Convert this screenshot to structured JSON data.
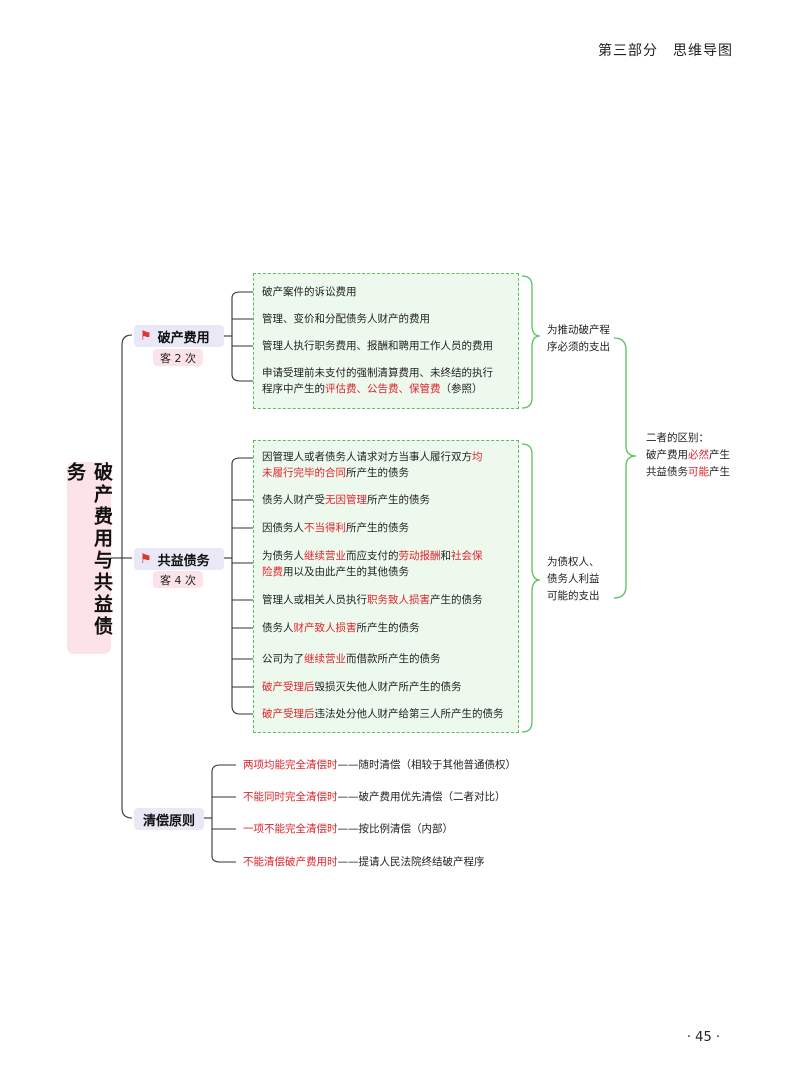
{
  "header": {
    "text": "第三部分　思维导图"
  },
  "page_number": "· 45 ·",
  "root": {
    "title": "破产费用与共益债务"
  },
  "branches": {
    "b1": {
      "label": "破产费用",
      "badge": "客 2 次",
      "items": [
        [
          {
            "t": "破产案件的诉讼费用"
          }
        ],
        [
          {
            "t": "管理、变价和分配债务人财产的费用"
          }
        ],
        [
          {
            "t": "管理人执行职务费用、报酬和聘用工作人员的费用"
          }
        ],
        [
          {
            "t": "申请受理前未支付的强制清算费用、未终结的执行"
          },
          {
            "br": true
          },
          {
            "t": "程序中产生的"
          },
          {
            "t": "评估费、公告费、保管费",
            "red": true
          },
          {
            "t": "（参照）"
          }
        ]
      ],
      "note": [
        "为推动破产程",
        "序必须的支出"
      ]
    },
    "b2": {
      "label": "共益债务",
      "badge": "客 4 次",
      "items": [
        [
          {
            "t": "因管理人或者债务人请求对方当事人履行双方"
          },
          {
            "t": "均",
            "red": true
          },
          {
            "br": true
          },
          {
            "t": "未履行完毕的合同",
            "red": true
          },
          {
            "t": "所产生的债务"
          }
        ],
        [
          {
            "t": "债务人财产受"
          },
          {
            "t": "无因管理",
            "red": true
          },
          {
            "t": "所产生的债务"
          }
        ],
        [
          {
            "t": "因债务人"
          },
          {
            "t": "不当得利",
            "red": true
          },
          {
            "t": "所产生的债务"
          }
        ],
        [
          {
            "t": "为债务人"
          },
          {
            "t": "继续营业",
            "red": true
          },
          {
            "t": "而应支付的"
          },
          {
            "t": "劳动报酬",
            "red": true
          },
          {
            "t": "和"
          },
          {
            "t": "社会保",
            "red": true
          },
          {
            "br": true
          },
          {
            "t": "险费",
            "red": true
          },
          {
            "t": "用以及由此产生的其他债务"
          }
        ],
        [
          {
            "t": "管理人或相关人员执行"
          },
          {
            "t": "职务致人损害",
            "red": true
          },
          {
            "t": "产生的债务"
          }
        ],
        [
          {
            "t": "债务人"
          },
          {
            "t": "财产致人损害",
            "red": true
          },
          {
            "t": "所产生的债务"
          }
        ],
        [
          {
            "t": "公司为了"
          },
          {
            "t": "继续营业",
            "red": true
          },
          {
            "t": "而借款所产生的债务"
          }
        ],
        [
          {
            "t": "破产受理后",
            "red": true
          },
          {
            "t": "毁损灭失他人财产所产生的债务"
          }
        ],
        [
          {
            "t": "破产受理后",
            "red": true
          },
          {
            "t": "违法处分他人财产给第三人所产生的债务"
          }
        ]
      ],
      "note": [
        "为债权人、",
        "债务人利益",
        "可能的支出"
      ]
    },
    "b3": {
      "label": "清偿原则",
      "items": [
        [
          {
            "t": "两项均能完全清偿时",
            "red": true
          },
          {
            "t": "——随时清偿（相较于其他普通债权）"
          }
        ],
        [
          {
            "t": "不能同时完全清偿时",
            "red": true
          },
          {
            "t": "——破产费用优先清偿（二者对比）"
          }
        ],
        [
          {
            "t": "一项不能完全清偿时",
            "red": true
          },
          {
            "t": "——按比例清偿（内部）"
          }
        ],
        [
          {
            "t": "不能清偿破产费用时",
            "red": true
          },
          {
            "t": "——提请人民法院终结破产程序"
          }
        ]
      ]
    }
  },
  "difference": [
    [
      {
        "t": "二者的区别："
      }
    ],
    [
      {
        "t": "破产费用"
      },
      {
        "t": "必然",
        "red": true
      },
      {
        "t": "产生"
      }
    ],
    [
      {
        "t": "共益债务"
      },
      {
        "t": "可能",
        "red": true
      },
      {
        "t": "产生"
      }
    ]
  ],
  "colors": {
    "red": "#e0242c",
    "green": "#57c25a",
    "root_bg": "#fbe3e7",
    "branch_bg": "#e8e8f6"
  }
}
